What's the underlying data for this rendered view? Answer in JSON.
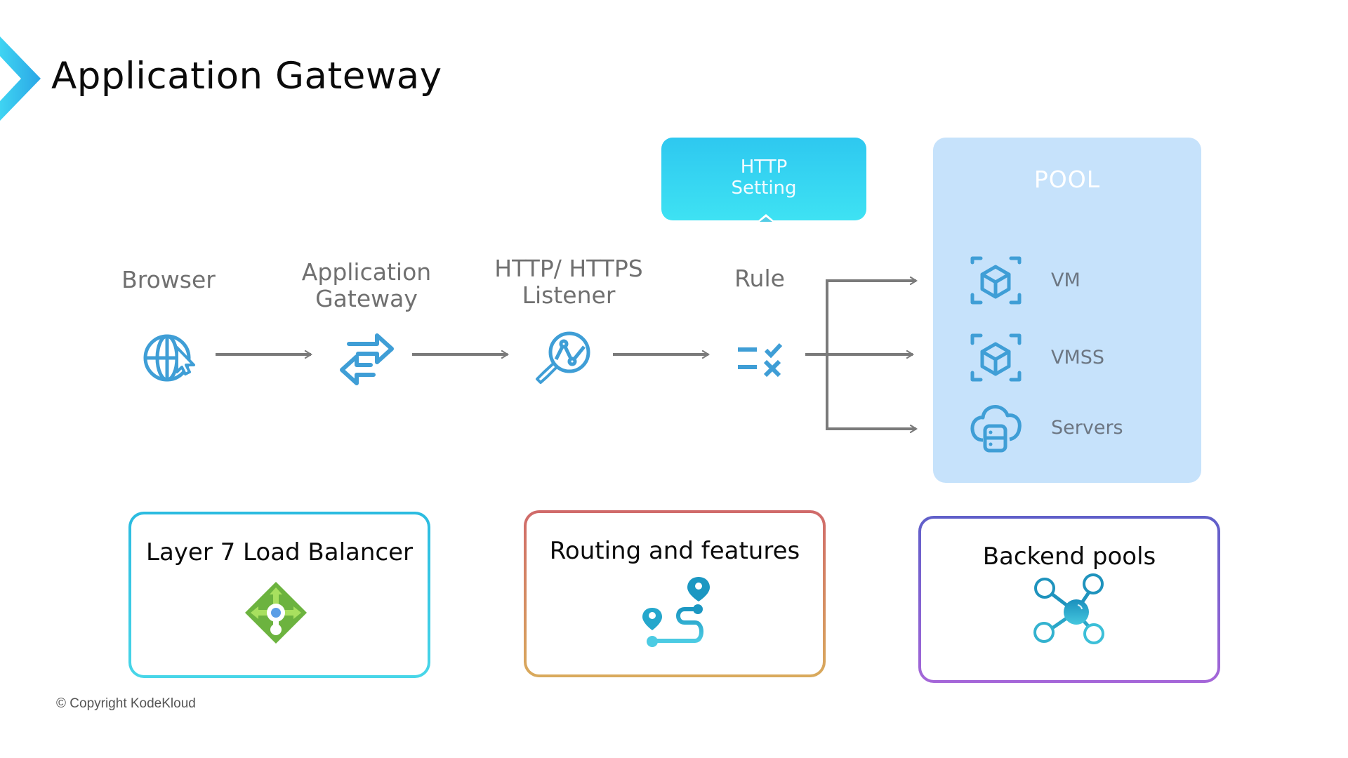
{
  "header": {
    "title": "Application Gateway"
  },
  "colors": {
    "accent": "#2ec8f0",
    "icon_blue": "#3f9ed6",
    "arrow_gray": "#7a7a7a",
    "pool_bg": "#c6e2fb",
    "card1_border": "#2bbbe0",
    "card2_border": "#d06a6a",
    "card3_border": "#a566d8",
    "lb_green": "#6cb33f"
  },
  "flow": {
    "steps": [
      {
        "label": "Browser",
        "icon": "globe-cursor-icon"
      },
      {
        "label": "Application Gateway",
        "icon": "bidirectional-arrows-icon"
      },
      {
        "label": "HTTP/ HTTPS Listener",
        "icon": "magnifier-chart-icon"
      },
      {
        "label": "Rule",
        "icon": "check-cross-list-icon"
      }
    ],
    "steps_lines": [
      [
        "Browser"
      ],
      [
        "Application",
        "Gateway"
      ],
      [
        "HTTP/ HTTPS",
        "Listener"
      ],
      [
        "Rule"
      ]
    ]
  },
  "http_setting": {
    "line1": "HTTP",
    "line2": "Setting"
  },
  "pool": {
    "title": "POOL",
    "items": [
      {
        "label": "VM",
        "icon": "virtual-machine-cube-icon"
      },
      {
        "label": "VMSS",
        "icon": "vm-scale-set-cube-icon"
      },
      {
        "label": "Servers",
        "icon": "cloud-server-icon"
      }
    ]
  },
  "cards": [
    {
      "title": "Layer 7 Load Balancer",
      "icon": "load-balancer-diamond-icon"
    },
    {
      "title": "Routing and features",
      "icon": "route-pins-icon"
    },
    {
      "title": "Backend pools",
      "icon": "network-nodes-icon"
    }
  ],
  "footer": {
    "copyright": "© Copyright KodeKloud"
  }
}
